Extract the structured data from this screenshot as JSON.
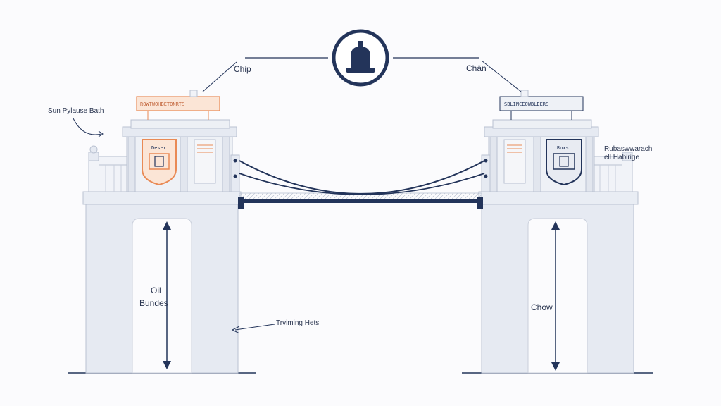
{
  "colors": {
    "navy": "#23345a",
    "stone": "#e6eaf2",
    "stone_edge": "#b9c1d1",
    "accent_orange": "#e98a55",
    "background": "#fbfbfd"
  },
  "top_icon": {
    "icon": "bell-icon"
  },
  "labels": {
    "chip": "Chip",
    "chain": "Chān",
    "left_note": "Sun Pylause Bath",
    "right_note_line1": "Rubaswwarach",
    "right_note_line2": "ell Habirige",
    "left_pillar_line1": "Oil",
    "left_pillar_line2": "Bundes",
    "right_pillar": "Chow",
    "trimming": "Trviming Hets"
  },
  "signs": {
    "left": "ROWTWOHBETONRTS",
    "right": "SBLINCEQWBLEERS"
  },
  "shields": {
    "left_top": "Deser",
    "right_top": "Roxst"
  }
}
